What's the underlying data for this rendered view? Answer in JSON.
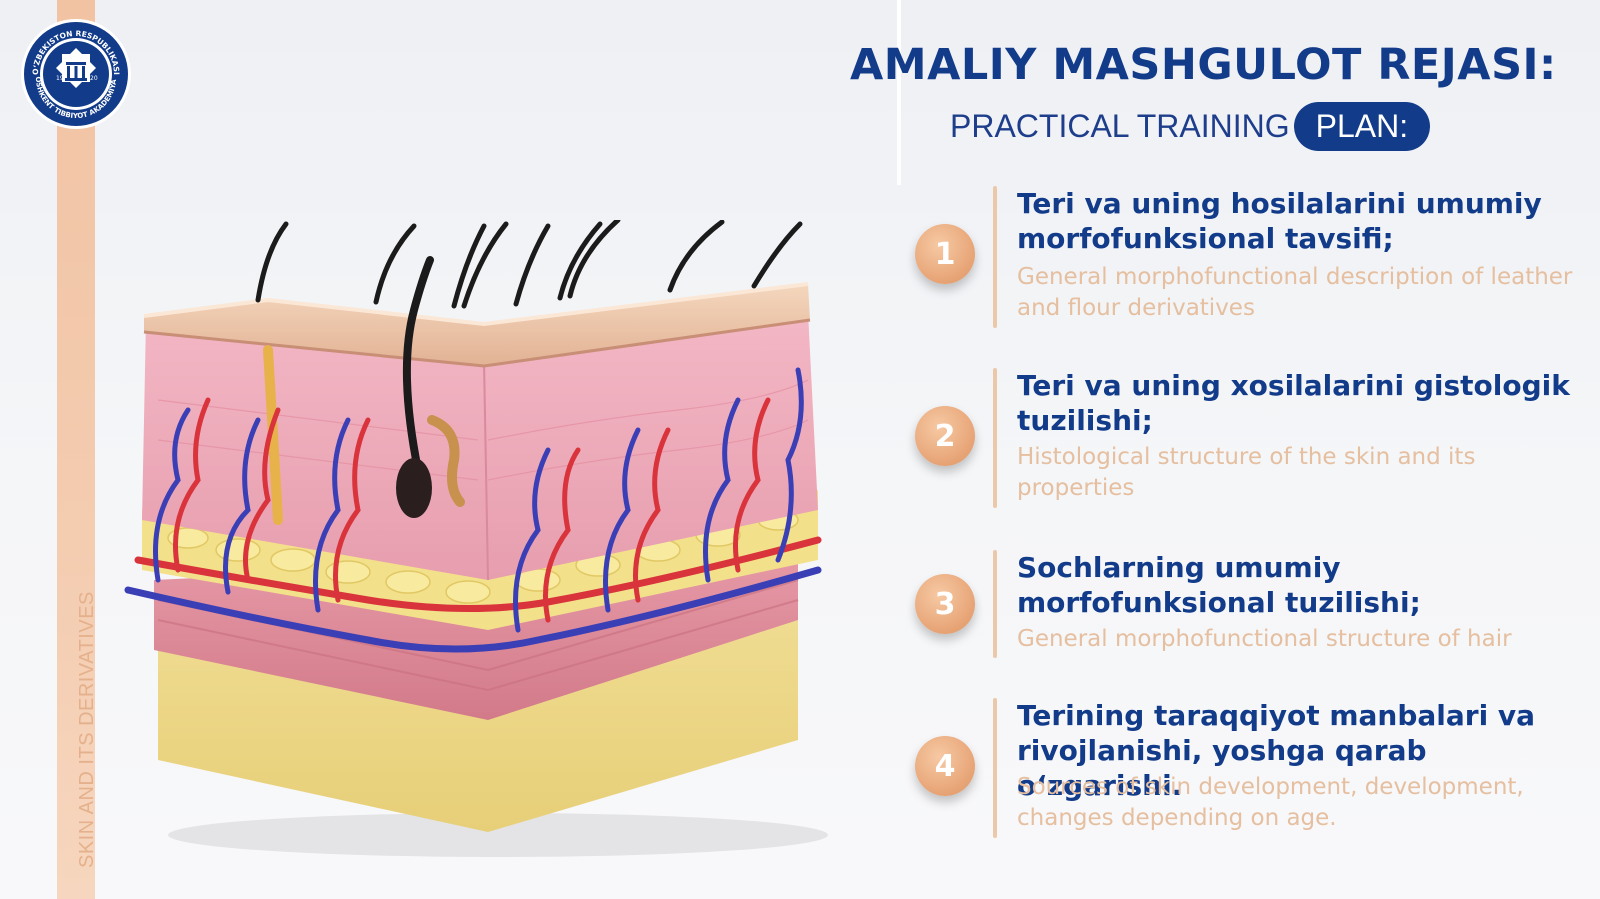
{
  "slide": {
    "title": "AMALIY MASHGULOT REJASI:",
    "subtitle_prefix": "PRACTICAL TRAINING",
    "subtitle_highlight": "PLAN:",
    "side_caption": "SKIN AND ITS DERIVATIVES",
    "logo": {
      "icon": "academy-seal-icon",
      "top_text": "O‘ZBEKISTON RESPUBLIKASI",
      "bottom_text": "TOSHKENT TIBBIYOT AKADEMIYASI",
      "year_left": "19",
      "year_right": "20"
    },
    "illustration": "skin-cross-section-illustration"
  },
  "plan_items": [
    {
      "number": "1",
      "title": "Teri va uning hosilalarini umumiy morfofunksional tavsifi;",
      "description": "General morphofunctional description of leather and flour derivatives"
    },
    {
      "number": "2",
      "title": "Teri va uning xosilalarini gistologik tuzilishi;",
      "description": "Histological structure of the skin and its properties"
    },
    {
      "number": "3",
      "title": "Sochlarning umumiy morfofunksional tuzilishi;",
      "description": "General morphofunctional structure of hair"
    },
    {
      "number": "4",
      "title": "Terining taraqqiyot manbalari va rivojlanishi, yoshga qarab o‘zgarishi.",
      "description": "Sources of skin development, development, changes depending on age."
    }
  ],
  "colors": {
    "primary": "#123b8a",
    "accent": "#e8a678",
    "muted": "#e5bf9f",
    "stripe": "#f4ccb0"
  }
}
